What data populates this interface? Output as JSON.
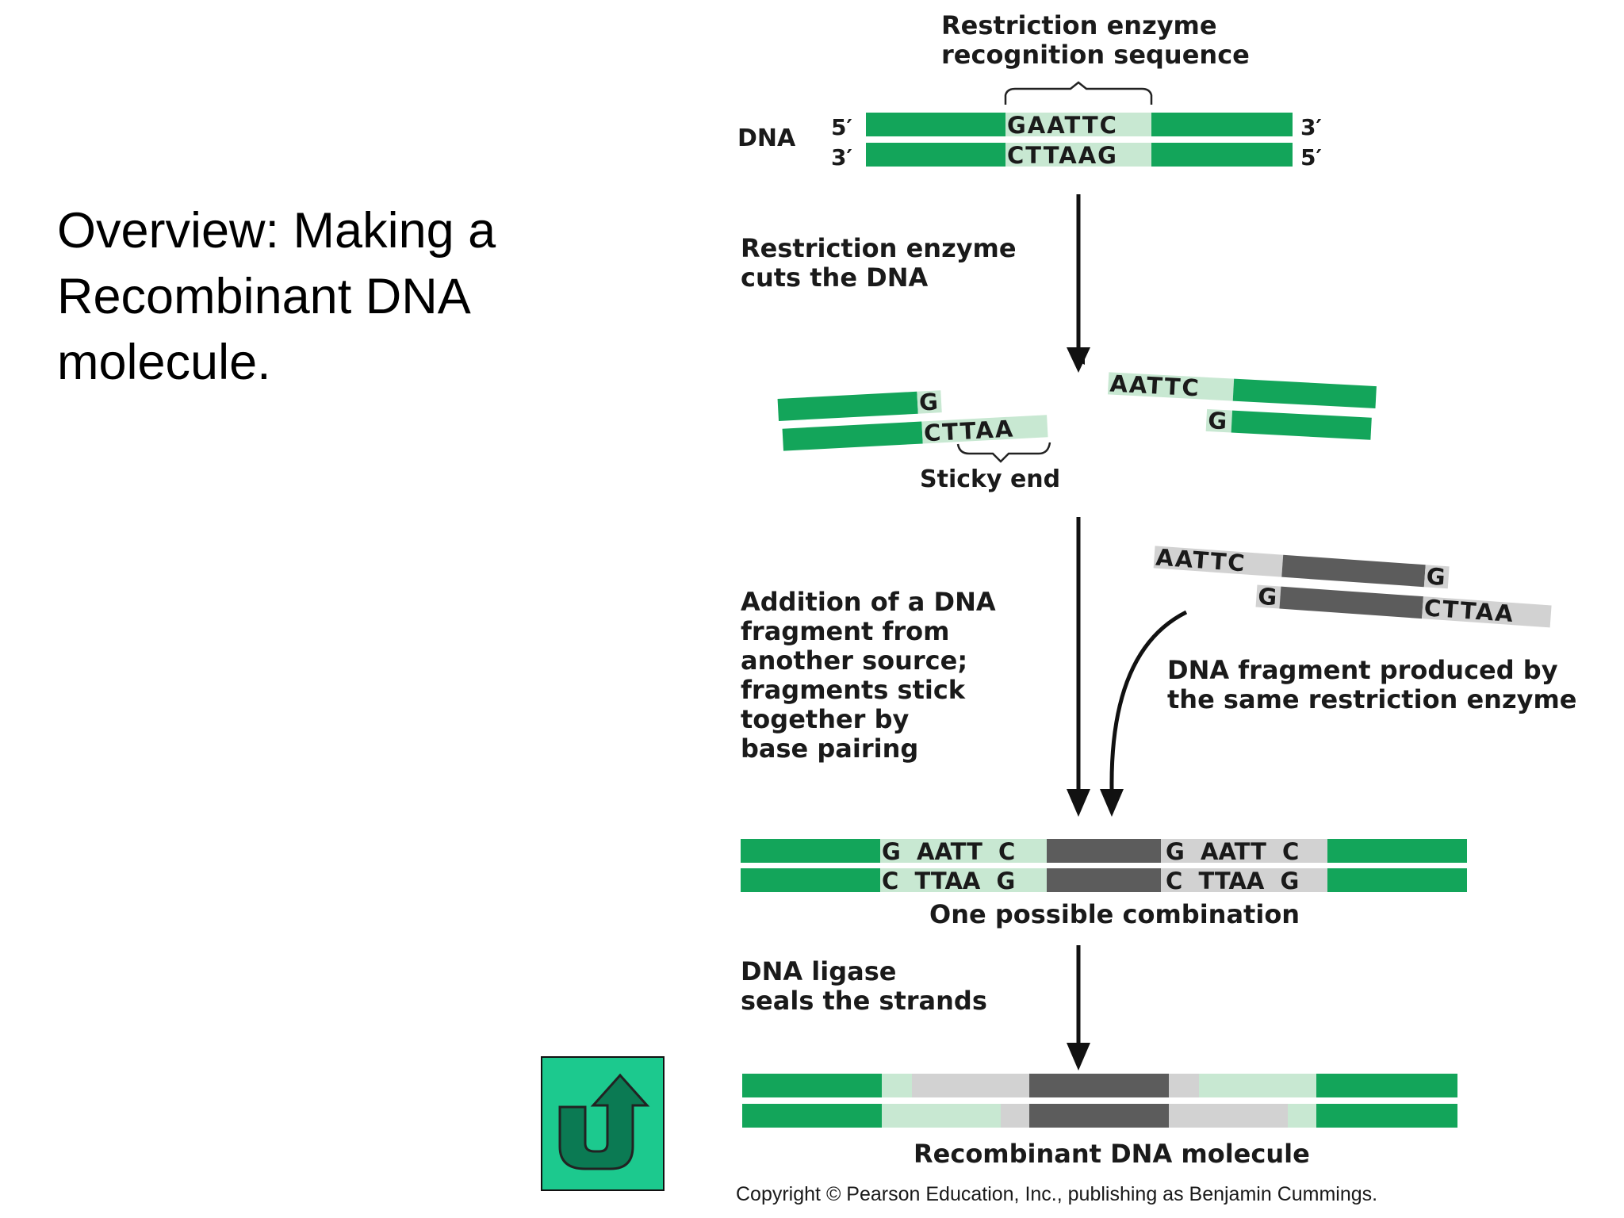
{
  "slide": {
    "title": "Overview: Making a Recombinant DNA molecule."
  },
  "colors": {
    "strand_green": "#13a55a",
    "site_light_green": "#c8e8d2",
    "foreign_dark": "#5c5c5c",
    "foreign_light": "#d2d2d2",
    "button_green": "#1cc98e",
    "arrow_icon": "#0b7a53"
  },
  "diagram": {
    "recognition_label_line1": "Restriction enzyme",
    "recognition_label_line2": "recognition sequence",
    "dna_label": "DNA",
    "end_5prime": "5′",
    "end_3prime": "3′",
    "site_top": "GAATTC",
    "site_bottom": "CTTAAG",
    "step1_line1": "Restriction enzyme",
    "step1_line2": "cuts the DNA",
    "cut_left_top": "G",
    "cut_left_bottom": "CTTAA",
    "cut_right_top": "AATTC",
    "cut_right_bottom": "G",
    "sticky_end_label": "Sticky end",
    "step2_lines": [
      "Addition of a DNA",
      "fragment from",
      "another source;",
      "fragments stick",
      "together by",
      "base pairing"
    ],
    "fragment_top_left": "AATTC",
    "fragment_top_right": "G",
    "fragment_bottom_left": "G",
    "fragment_bottom_right": "CTTAA",
    "fragment_caption_line1": "DNA fragment produced by",
    "fragment_caption_line2": "the same restriction enzyme",
    "combo_top_left": "G  AATT  C",
    "combo_top_right": "G  AATT  C",
    "combo_bottom_left": "C  TTAA  G",
    "combo_bottom_right": "C  TTAA  G",
    "combination_label": "One possible combination",
    "step3_line1": "DNA ligase",
    "step3_line2": "seals the strands",
    "result_label": "Recombinant DNA molecule"
  },
  "copyright": "Copyright © Pearson Education, Inc., publishing as Benjamin Cummings.",
  "nav": {
    "back_icon": "u-turn-arrow-icon"
  }
}
